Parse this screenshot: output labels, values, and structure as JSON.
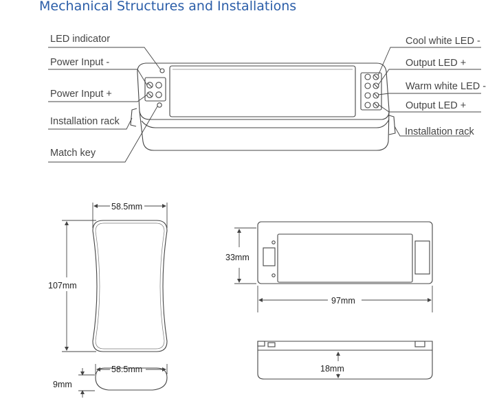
{
  "title": "Mechanical Structures and Installations",
  "labels": {
    "led_indicator": "LED indicator",
    "power_input_neg": "Power Input -",
    "power_input_pos": "Power Input +",
    "installation_rack_left": "Installation rack",
    "match_key": "Match key",
    "cool_white_led_neg": "Cool white LED -",
    "output_led_pos_1": "Output LED +",
    "warm_white_led_neg": "Warm white LED -",
    "output_led_pos_2": "Output LED +",
    "installation_rack_right": "Installation rack"
  },
  "dimensions": {
    "remote_width": "58.5mm",
    "remote_height": "107mm",
    "remote_side_width": "58.5mm",
    "remote_thickness": "9mm",
    "receiver_height": "33mm",
    "receiver_length": "97mm",
    "receiver_thickness": "18mm"
  }
}
